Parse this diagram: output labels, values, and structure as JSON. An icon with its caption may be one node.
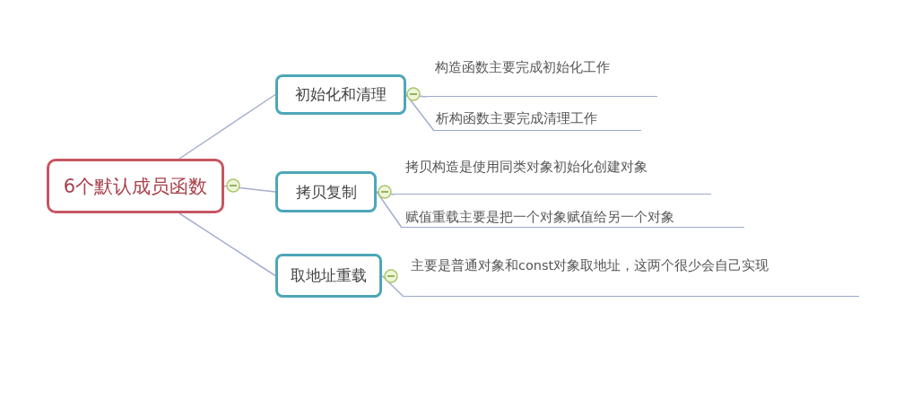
{
  "diagram": {
    "nodes": [
      {
        "text": [
          "6个默认成员函数"
        ]
      },
      {
        "text": [
          "初始化和清理"
        ]
      },
      {
        "text": [
          "拷贝复制"
        ]
      },
      {
        "text": [
          "取地址重载"
        ]
      },
      {
        "text": [
          "构造函数主要完成初始化工作"
        ]
      },
      {
        "text": [
          "析构函数主要完成清理工作"
        ]
      },
      {
        "text": [
          "拷贝构造是使用同类对象初始化创建对象"
        ]
      },
      {
        "text": [
          "赋值重载主要是把一个对象赋值给另一个对象"
        ]
      },
      {
        "text": [
          "主要是普通对象和const对象取地址，这两个很少会自己实现"
        ]
      }
    ],
    "edges": [
      {
        "from": 0,
        "to": 1,
        "arrow": "none"
      },
      {
        "from": 0,
        "to": 2,
        "arrow": "none"
      },
      {
        "from": 0,
        "to": 3,
        "arrow": "none"
      },
      {
        "from": 1,
        "to": 4,
        "arrow": "none"
      },
      {
        "from": 1,
        "to": 5,
        "arrow": "none"
      },
      {
        "from": 2,
        "to": 6,
        "arrow": "none"
      },
      {
        "from": 2,
        "to": 7,
        "arrow": "none"
      },
      {
        "from": 3,
        "to": 8,
        "arrow": "none"
      }
    ]
  }
}
